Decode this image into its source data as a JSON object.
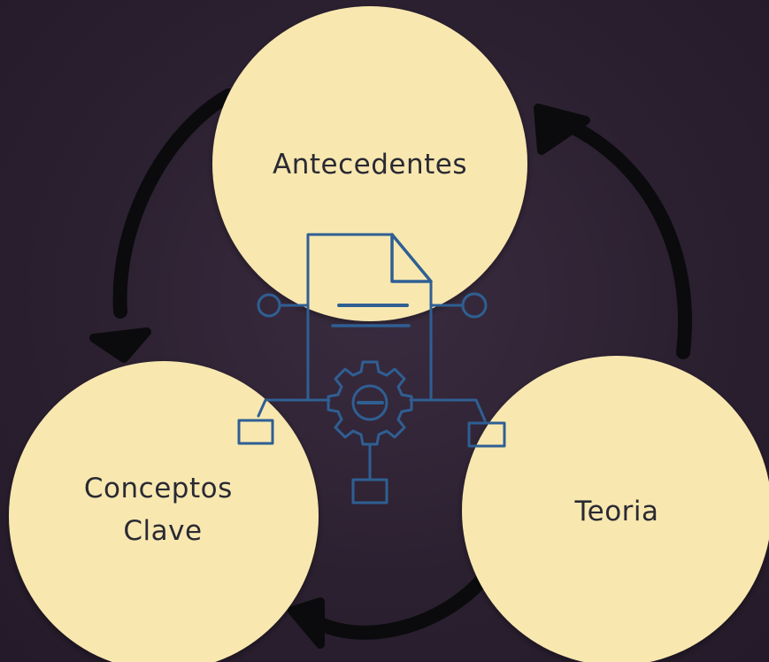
{
  "diagram": {
    "nodes": [
      {
        "id": "antecedentes",
        "label_lines": [
          "Antecedentes"
        ]
      },
      {
        "id": "conceptos-clave",
        "label_lines": [
          "Conceptos",
          "Clave"
        ]
      },
      {
        "id": "teoria",
        "label_lines": [
          "Teoria"
        ]
      }
    ],
    "colors": {
      "background": "#2b2030",
      "node_fill": "#f8e8b0",
      "node_text": "#2a2a33",
      "arrow": "#0b0b0d",
      "icon_stroke": "#2f5f93"
    },
    "center_icon": "document-gear-network-icon"
  }
}
